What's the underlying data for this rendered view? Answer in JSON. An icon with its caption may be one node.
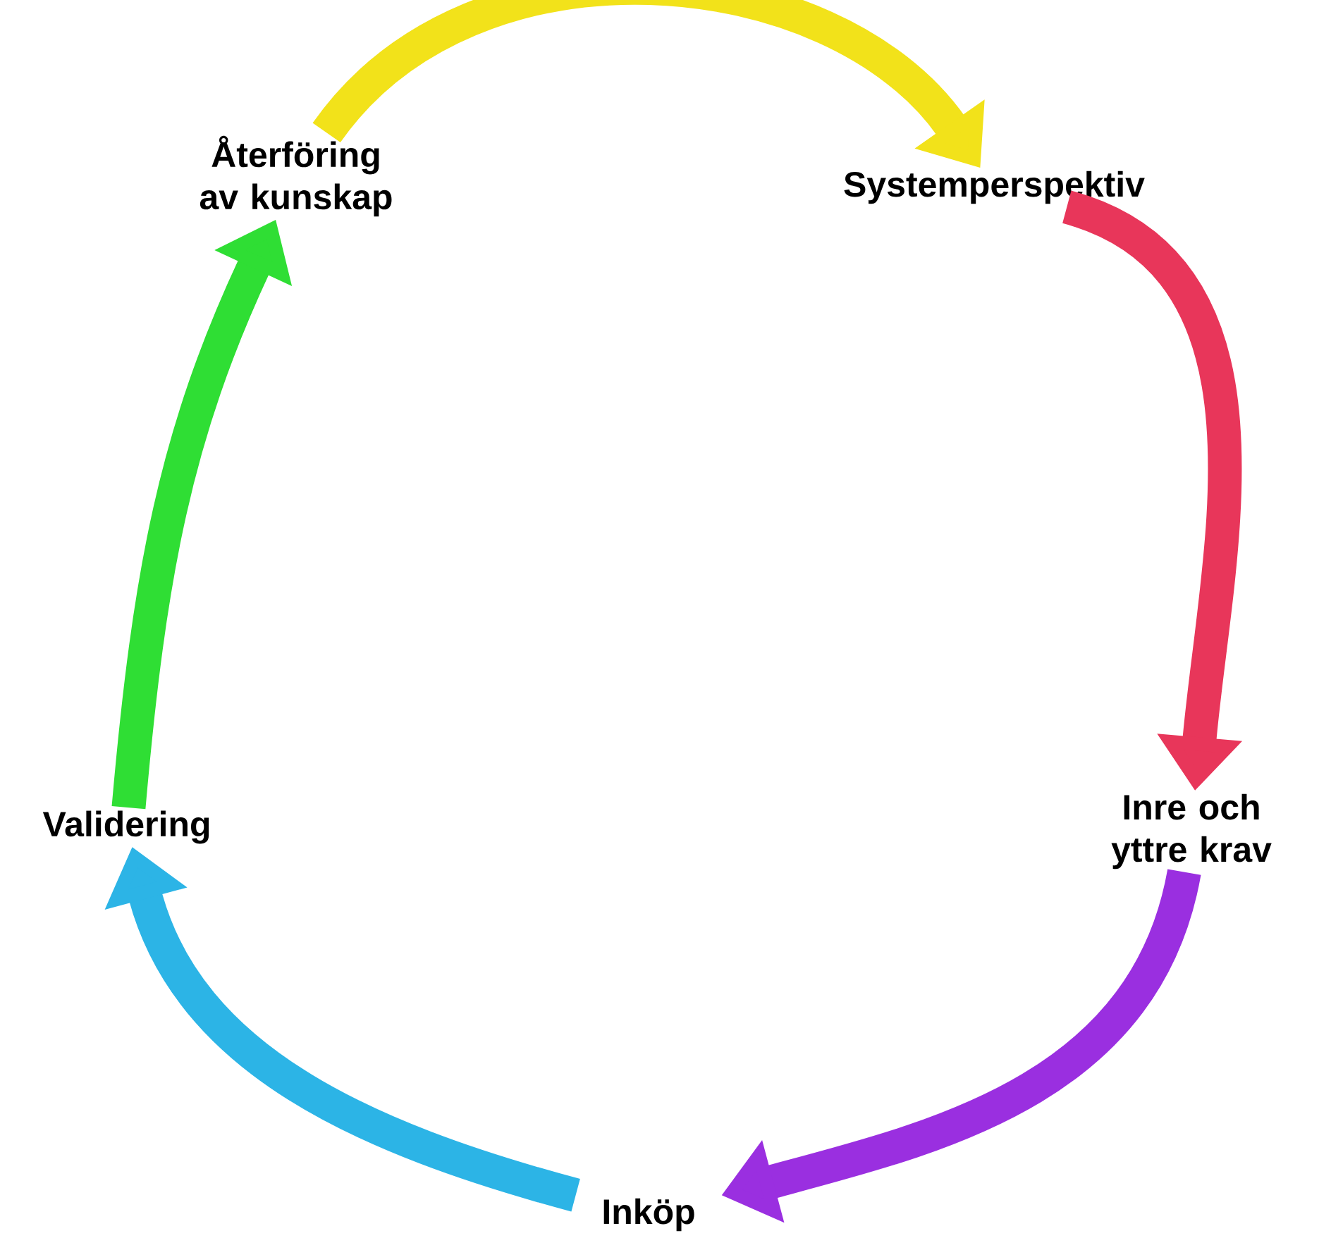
{
  "diagram": {
    "nodes": [
      {
        "text": [
          "Återföring av kunskap"
        ]
      },
      {
        "text": [
          "Systemperspektiv"
        ]
      },
      {
        "text": [
          "Inre och yttre krav"
        ]
      },
      {
        "text": [
          "Inköp"
        ]
      },
      {
        "text": [
          "Validering"
        ]
      }
    ],
    "edges": [
      {
        "from": 0,
        "to": 1,
        "arrow": "to",
        "color": "#f2e21a"
      },
      {
        "from": 1,
        "to": 2,
        "arrow": "to",
        "color": "#e8365a"
      },
      {
        "from": 2,
        "to": 3,
        "arrow": "to",
        "color": "#9a2fe0"
      },
      {
        "from": 3,
        "to": 4,
        "arrow": "to",
        "color": "#2cb4e6"
      },
      {
        "from": 4,
        "to": 0,
        "arrow": "to",
        "color": "#2fde34"
      }
    ]
  }
}
